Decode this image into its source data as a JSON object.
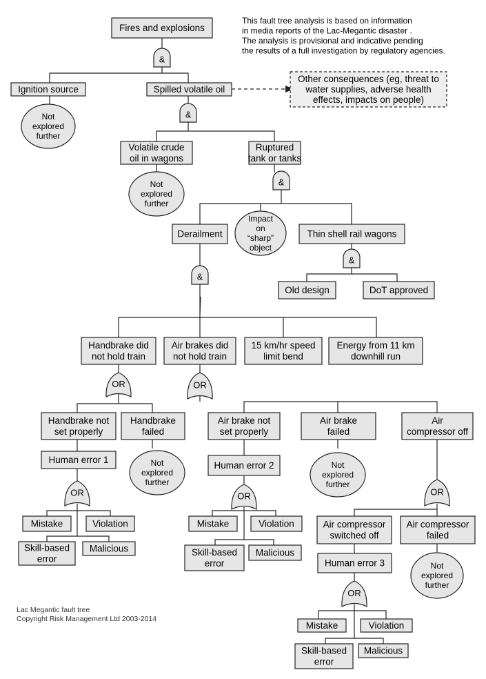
{
  "note": {
    "lines": [
      "This fault tree analysis is based on information",
      "in media reports of the Lac-Megantic disaster .",
      "The analysis is provisional and indicative pending",
      "the results of a full investigation by regulatory agencies."
    ]
  },
  "footer": {
    "line1": "Lac Megantic fault tree",
    "line2": "Copyright Risk Management Ltd 2003-2014"
  },
  "gates": {
    "and": "&",
    "or": "OR"
  },
  "events": {
    "fires": [
      "Fires and explosions"
    ],
    "ignition": [
      "Ignition source"
    ],
    "spilled": [
      "Spilled volatile oil"
    ],
    "other": [
      "Other consequences (eg, threat to",
      "water supplies, adverse health",
      "effects, impacts on people)"
    ],
    "volatile": [
      "Volatile crude",
      "oil in wagons"
    ],
    "ruptured": [
      "Ruptured",
      "tank or tanks"
    ],
    "derailment": [
      "Derailment"
    ],
    "impact": [
      "Impact",
      "on",
      "“sharp”",
      "object"
    ],
    "thinshell": [
      "Thin shell rail wagons"
    ],
    "olddesign": [
      "Old design"
    ],
    "dot": [
      "DoT approved"
    ],
    "handbrake": [
      "Handbrake did",
      "not hold train"
    ],
    "airbrakes": [
      "Air brakes did",
      "not hold train"
    ],
    "speed": [
      "15 km/hr speed",
      "limit bend"
    ],
    "energy": [
      "Energy from 11 km",
      "downhill run"
    ],
    "hb_notset": [
      "Handbrake not",
      "set properly"
    ],
    "hb_failed": [
      "Handbrake",
      "failed"
    ],
    "ab_notset": [
      "Air brake  not",
      "set properly"
    ],
    "ab_failed": [
      "Air brake",
      "failed"
    ],
    "ac_off": [
      "Air",
      "compressor off"
    ],
    "he1": [
      "Human error 1"
    ],
    "he2": [
      "Human error 2"
    ],
    "he3": [
      "Human error 3"
    ],
    "ac_switched": [
      "Air compressor",
      "switched off"
    ],
    "ac_failed": [
      "Air compressor",
      "failed"
    ],
    "mistake1": [
      "Mistake"
    ],
    "violation1": [
      "Violation"
    ],
    "skill1": [
      "Skill-based",
      "error"
    ],
    "malicious1": [
      "Malicious"
    ],
    "mistake2": [
      "Mistake"
    ],
    "violation2": [
      "Violation"
    ],
    "skill2": [
      "Skill-based",
      "error"
    ],
    "malicious2": [
      "Malicious"
    ],
    "mistake3": [
      "Mistake"
    ],
    "violation3": [
      "Violation"
    ],
    "skill3": [
      "Skill-based",
      "error"
    ],
    "malicious3": [
      "Malicious"
    ]
  },
  "not_explored": [
    "Not",
    "explored",
    "further"
  ]
}
